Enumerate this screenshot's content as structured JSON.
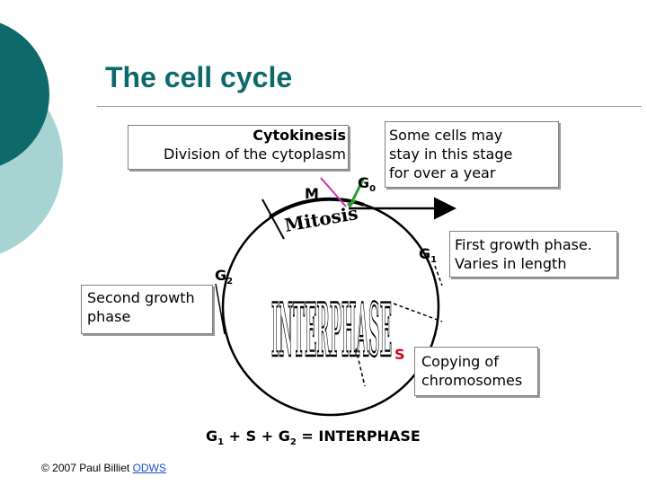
{
  "title": "The cell cycle",
  "cytokinesis": {
    "heading": "Cytokinesis",
    "description": "Division of the cytoplasm"
  },
  "g0_note": "Some cells may\nstay in this stage\nfor over a year",
  "g1_note": "First growth phase.\nVaries in length",
  "g2_note": "Second growth\nphase",
  "s_note": "Copying of\nchromosomes",
  "phases": {
    "m": "M",
    "g0_base": "G",
    "g0_sub": "0",
    "g1_base": "G",
    "g1_sub": "1",
    "g2_base": "G",
    "g2_sub": "2",
    "s": "S"
  },
  "arc_labels": {
    "mitosis": "Mitosis",
    "interphase": "INTERPHASE"
  },
  "equation": {
    "g1_base": "G",
    "g1_sub": "1",
    "plus1": " + S + ",
    "g2_base": "G",
    "g2_sub": "2",
    "rest": " = INTERPHASE"
  },
  "copyright": {
    "text": "© 2007 Paul Billiet ",
    "link": "ODWS"
  },
  "colors": {
    "title": "#0e6a6a",
    "accent_teal": "#0e6a6a",
    "accent_light": "#a7d4d3",
    "m_arrow": "#cc33aa",
    "g0_arrow": "#2e9a2e",
    "s_label": "#d0021b"
  }
}
